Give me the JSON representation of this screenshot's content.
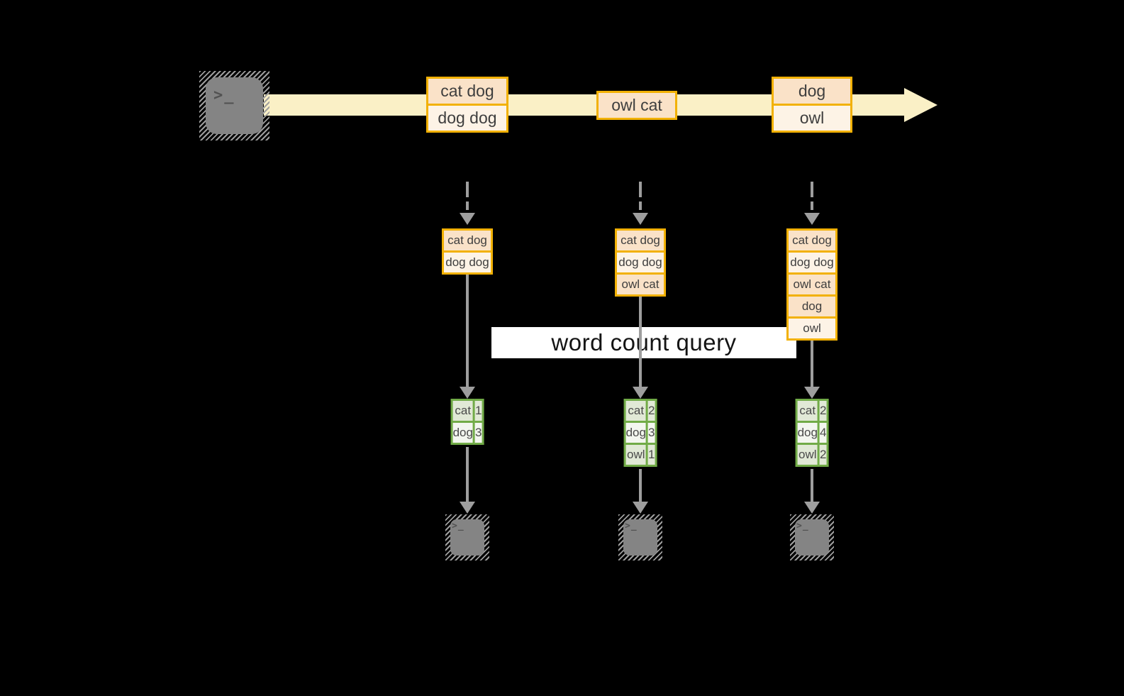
{
  "banner": {
    "label": "word count query"
  },
  "icons": {
    "terminal_prompt": ">_"
  },
  "colors": {
    "background": "#000000",
    "stream_band": "#faf0c6",
    "amber_border": "#f2b105",
    "peach_fill": "#fae2c8",
    "cream_fill": "#fdf3e6",
    "green_border": "#71ab47",
    "sage_fill": "#e1e9d6",
    "light_green_fill": "#f3f6ef",
    "arrow_gray": "#9e9e9e",
    "terminal_gray": "#848484"
  },
  "stream": {
    "items": [
      {
        "rows": [
          {
            "text": "cat dog",
            "tone": "peach"
          },
          {
            "text": "dog dog",
            "tone": "cream"
          }
        ]
      },
      {
        "rows": [
          {
            "text": "owl cat",
            "tone": "peach"
          }
        ]
      },
      {
        "rows": [
          {
            "text": "dog",
            "tone": "peach"
          },
          {
            "text": "owl",
            "tone": "cream"
          }
        ]
      }
    ]
  },
  "columns": [
    {
      "state_rows": [
        {
          "text": "cat dog",
          "tone": "peach"
        },
        {
          "text": "dog dog",
          "tone": "cream"
        }
      ],
      "count_rows": [
        {
          "word": "cat",
          "count": "1",
          "tone": "sage"
        },
        {
          "word": "dog",
          "count": "3",
          "tone": "light"
        }
      ]
    },
    {
      "state_rows": [
        {
          "text": "cat dog",
          "tone": "peach"
        },
        {
          "text": "dog dog",
          "tone": "cream"
        },
        {
          "text": "owl cat",
          "tone": "peach"
        }
      ],
      "count_rows": [
        {
          "word": "cat",
          "count": "2",
          "tone": "sage"
        },
        {
          "word": "dog",
          "count": "3",
          "tone": "light"
        },
        {
          "word": "owl",
          "count": "1",
          "tone": "sage"
        }
      ]
    },
    {
      "state_rows": [
        {
          "text": "cat dog",
          "tone": "peach"
        },
        {
          "text": "dog dog",
          "tone": "cream"
        },
        {
          "text": "owl cat",
          "tone": "peach"
        },
        {
          "text": "dog",
          "tone": "peach"
        },
        {
          "text": "owl",
          "tone": "cream"
        }
      ],
      "count_rows": [
        {
          "word": "cat",
          "count": "2",
          "tone": "sage"
        },
        {
          "word": "dog",
          "count": "4",
          "tone": "light"
        },
        {
          "word": "owl",
          "count": "2",
          "tone": "sage"
        }
      ]
    }
  ]
}
